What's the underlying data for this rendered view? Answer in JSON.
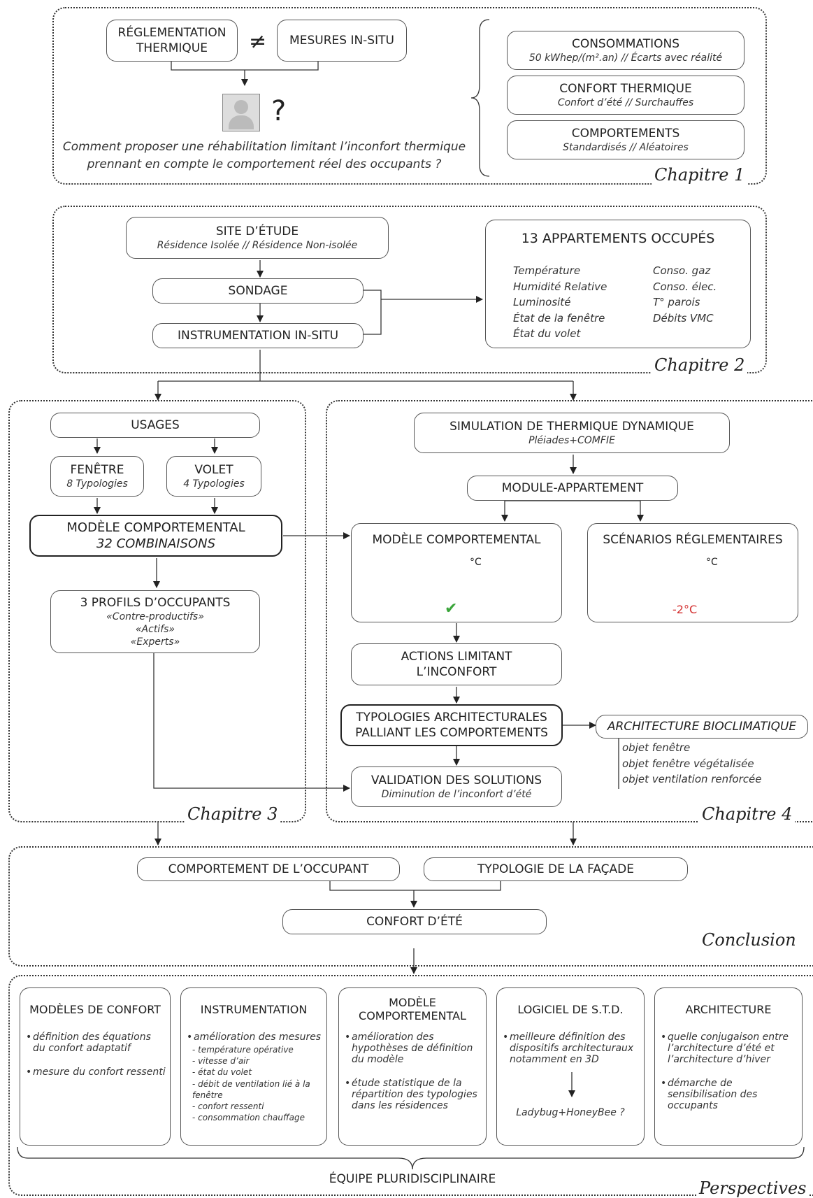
{
  "chapters": {
    "ch1": "Chapitre 1",
    "ch2": "Chapitre 2",
    "ch3": "Chapitre 3",
    "ch4": "Chapitre 4",
    "conclusion": "Conclusion",
    "perspectives": "Perspectives"
  },
  "ch1": {
    "reglementation": "RÉGLEMENTATION\nTHERMIQUE",
    "neq": "≠",
    "mesures": "MESURES IN-SITU",
    "question_mark": "?",
    "question": "Comment proposer une réhabilitation limitant l’inconfort thermique\nprennant en compte le comportement réel des occupants ?",
    "right": [
      {
        "title": "CONSOMMATIONS",
        "sub": "50 kWhep/(m².an) // Écarts avec réalité"
      },
      {
        "title": "CONFORT THERMIQUE",
        "sub": "Confort d’été // Surchauffes"
      },
      {
        "title": "COMPORTEMENTS",
        "sub": "Standardisés // Aléatoires"
      }
    ]
  },
  "ch2": {
    "site_title": "SITE D’ÉTUDE",
    "site_sub": "Résidence Isolée // Résidence Non-isolée",
    "sondage": "SONDAGE",
    "instrumentation": "INSTRUMENTATION IN-SITU",
    "apts_title": "13 APPARTEMENTS OCCUPÉS",
    "apts_left": [
      "Température",
      "Humidité Relative",
      "Luminosité",
      "État de la fenêtre",
      "État du volet"
    ],
    "apts_right": [
      "Conso. gaz",
      "Conso. élec.",
      "T° parois",
      "Débits VMC"
    ]
  },
  "ch3": {
    "usages": "USAGES",
    "fenetre_title": "FENÊTRE",
    "fenetre_sub": "8 Typologies",
    "volet_title": "VOLET",
    "volet_sub": "4 Typologies",
    "modele_title": "MODÈLE COMPORTEMENTAL",
    "modele_sub": "32 COMBINAISONS",
    "profils_title": "3 PROFILS D’OCCUPANTS",
    "profils": [
      "«Contre-productifs»",
      "«Actifs»",
      "«Experts»"
    ]
  },
  "ch4": {
    "std_title": "SIMULATION DE THERMIQUE DYNAMIQUE",
    "std_sub": "Pléiades+COMFIE",
    "module": "MODULE-APPARTEMENT",
    "modele": "MODÈLE COMPORTEMENTAL",
    "scenarios": "SCÉNARIOS RÉGLEMENTAIRES",
    "unit": "°C",
    "check": "✔",
    "minus2": "-2°C",
    "actions": "ACTIONS LIMITANT\nL’INCONFORT",
    "typologies": "TYPOLOGIES ARCHITECTURALES\nPALLIANT LES COMPORTEMENTS",
    "bioclim": "ARCHITECTURE BIOCLIMATIQUE",
    "bioclim_items": [
      "objet fenêtre",
      "objet fenêtre végétalisée",
      "objet ventilation renforcée"
    ],
    "validation_title": "VALIDATION DES SOLUTIONS",
    "validation_sub": "Diminution de l’inconfort d’été",
    "colors": {
      "check": "#3aa53a",
      "minus": "#d32f2f"
    }
  },
  "conclusion": {
    "comportement": "COMPORTEMENT DE L’OCCUPANT",
    "typologie": "TYPOLOGIE DE LA FAÇADE",
    "confort": "CONFORT D’ÉTÉ"
  },
  "perspectives": {
    "cols": [
      {
        "title": "MODÈLES DE CONFORT",
        "items": [
          "définition des équations du confort adaptatif",
          "mesure du confort ressenti"
        ]
      },
      {
        "title": "INSTRUMENTATION",
        "items": [
          "amélioration des mesures"
        ],
        "subitems": [
          "température opérative",
          "vitesse d’air",
          "état du volet",
          "débit de ventilation lié à la fenêtre",
          "confort ressenti",
          "consommation chauffage"
        ]
      },
      {
        "title": "MODÈLE COMPORTEMENTAL",
        "items": [
          "amélioration des hypothèses de définition du modèle",
          "étude statistique de la répartition des typologies dans les résidences"
        ]
      },
      {
        "title": "LOGICIEL DE S.T.D.",
        "items": [
          "meilleure définition des dispositifs architecturaux notamment en 3D"
        ],
        "extra": "Ladybug+HoneyBee ?"
      },
      {
        "title": "ARCHITECTURE",
        "items": [
          "quelle conjugaison entre l’architecture d’été et l’architecture d’hiver",
          "démarche de sensibilisation des occupants"
        ]
      }
    ],
    "team": "ÉQUIPE PLURIDISCIPLINAIRE"
  }
}
